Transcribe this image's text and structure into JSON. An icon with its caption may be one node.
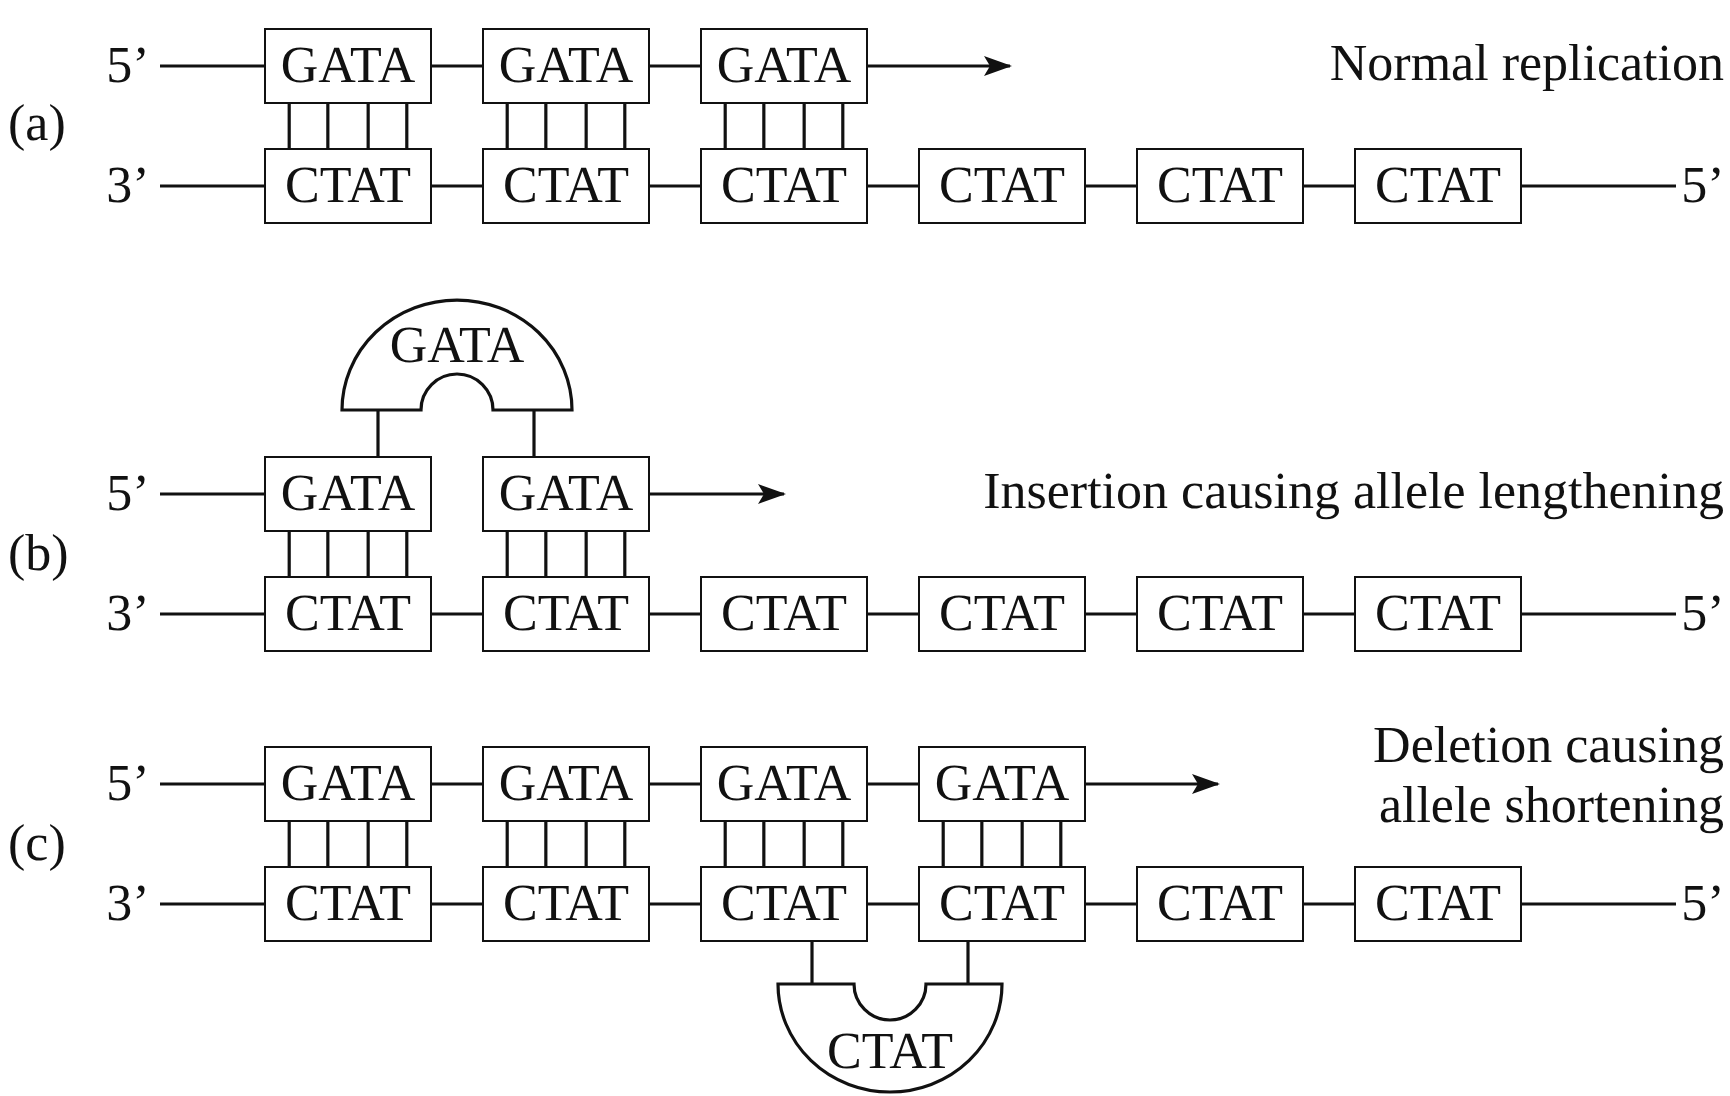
{
  "diagram": {
    "nodes": [
      {
        "text": [
          "5’"
        ]
      },
      {
        "text": [
          "GATA"
        ]
      },
      {
        "text": [
          "GATA"
        ]
      },
      {
        "text": [
          "GATA"
        ]
      },
      {
        "text": [
          "3’"
        ]
      },
      {
        "text": [
          "CTAT"
        ]
      },
      {
        "text": [
          "CTAT"
        ]
      },
      {
        "text": [
          "CTAT"
        ]
      },
      {
        "text": [
          "CTAT"
        ]
      },
      {
        "text": [
          "CTAT"
        ]
      },
      {
        "text": [
          "CTAT"
        ]
      },
      {
        "text": [
          "5’"
        ]
      },
      {
        "text": [
          "GATA"
        ]
      },
      {
        "text": [
          "5’"
        ]
      },
      {
        "text": [
          "GATA"
        ]
      },
      {
        "text": [
          "GATA"
        ]
      },
      {
        "text": [
          "3’"
        ]
      },
      {
        "text": [
          "CTAT"
        ]
      },
      {
        "text": [
          "CTAT"
        ]
      },
      {
        "text": [
          "CTAT"
        ]
      },
      {
        "text": [
          "CTAT"
        ]
      },
      {
        "text": [
          "CTAT"
        ]
      },
      {
        "text": [
          "CTAT"
        ]
      },
      {
        "text": [
          "5’"
        ]
      },
      {
        "text": [
          "5’"
        ]
      },
      {
        "text": [
          "GATA"
        ]
      },
      {
        "text": [
          "GATA"
        ]
      },
      {
        "text": [
          "GATA"
        ]
      },
      {
        "text": [
          "GATA"
        ]
      },
      {
        "text": [
          "3’"
        ]
      },
      {
        "text": [
          "CTAT"
        ]
      },
      {
        "text": [
          "CTAT"
        ]
      },
      {
        "text": [
          "CTAT"
        ]
      },
      {
        "text": [
          "CTAT"
        ]
      },
      {
        "text": [
          "CTAT"
        ]
      },
      {
        "text": [
          "CTAT"
        ]
      },
      {
        "text": [
          "5’"
        ]
      },
      {
        "text": [
          "CTAT"
        ]
      }
    ],
    "edges": [
      {
        "from": 0,
        "to": 1,
        "arrow": "none"
      },
      {
        "from": 1,
        "to": 2,
        "arrow": "none"
      },
      {
        "from": 2,
        "to": 3,
        "arrow": "none"
      },
      {
        "from": 3,
        "to": null,
        "arrow": "to"
      },
      {
        "from": 4,
        "to": 5,
        "arrow": "none"
      },
      {
        "from": 5,
        "to": 6,
        "arrow": "none"
      },
      {
        "from": 6,
        "to": 7,
        "arrow": "none"
      },
      {
        "from": 7,
        "to": 8,
        "arrow": "none"
      },
      {
        "from": 8,
        "to": 9,
        "arrow": "none"
      },
      {
        "from": 9,
        "to": 10,
        "arrow": "none"
      },
      {
        "from": 10,
        "to": 11,
        "arrow": "none"
      },
      {
        "from": 1,
        "to": 5,
        "arrow": "none"
      },
      {
        "from": 1,
        "to": 5,
        "arrow": "none"
      },
      {
        "from": 1,
        "to": 5,
        "arrow": "none"
      },
      {
        "from": 1,
        "to": 5,
        "arrow": "none"
      },
      {
        "from": 2,
        "to": 6,
        "arrow": "none"
      },
      {
        "from": 2,
        "to": 6,
        "arrow": "none"
      },
      {
        "from": 2,
        "to": 6,
        "arrow": "none"
      },
      {
        "from": 2,
        "to": 6,
        "arrow": "none"
      },
      {
        "from": 3,
        "to": 7,
        "arrow": "none"
      },
      {
        "from": 3,
        "to": 7,
        "arrow": "none"
      },
      {
        "from": 3,
        "to": 7,
        "arrow": "none"
      },
      {
        "from": 3,
        "to": 7,
        "arrow": "none"
      },
      {
        "from": 12,
        "to": 14,
        "arrow": "none"
      },
      {
        "from": 12,
        "to": 15,
        "arrow": "none"
      },
      {
        "from": 13,
        "to": 14,
        "arrow": "none"
      },
      {
        "from": 15,
        "to": null,
        "arrow": "to"
      },
      {
        "from": 16,
        "to": 17,
        "arrow": "none"
      },
      {
        "from": 17,
        "to": 18,
        "arrow": "none"
      },
      {
        "from": 18,
        "to": 19,
        "arrow": "none"
      },
      {
        "from": 19,
        "to": 20,
        "arrow": "none"
      },
      {
        "from": 20,
        "to": 21,
        "arrow": "none"
      },
      {
        "from": 21,
        "to": 22,
        "arrow": "none"
      },
      {
        "from": 22,
        "to": 23,
        "arrow": "none"
      },
      {
        "from": 14,
        "to": 17,
        "arrow": "none"
      },
      {
        "from": 14,
        "to": 17,
        "arrow": "none"
      },
      {
        "from": 14,
        "to": 17,
        "arrow": "none"
      },
      {
        "from": 14,
        "to": 17,
        "arrow": "none"
      },
      {
        "from": 15,
        "to": 18,
        "arrow": "none"
      },
      {
        "from": 15,
        "to": 18,
        "arrow": "none"
      },
      {
        "from": 15,
        "to": 18,
        "arrow": "none"
      },
      {
        "from": 15,
        "to": 18,
        "arrow": "none"
      },
      {
        "from": 24,
        "to": 25,
        "arrow": "none"
      },
      {
        "from": 25,
        "to": 26,
        "arrow": "none"
      },
      {
        "from": 26,
        "to": 27,
        "arrow": "none"
      },
      {
        "from": 27,
        "to": 28,
        "arrow": "none"
      },
      {
        "from": 28,
        "to": null,
        "arrow": "to"
      },
      {
        "from": 29,
        "to": 30,
        "arrow": "none"
      },
      {
        "from": 30,
        "to": 31,
        "arrow": "none"
      },
      {
        "from": 31,
        "to": 32,
        "arrow": "none"
      },
      {
        "from": 32,
        "to": 33,
        "arrow": "none"
      },
      {
        "from": 33,
        "to": 34,
        "arrow": "none"
      },
      {
        "from": 34,
        "to": 35,
        "arrow": "none"
      },
      {
        "from": 35,
        "to": 36,
        "arrow": "none"
      },
      {
        "from": 25,
        "to": 30,
        "arrow": "none"
      },
      {
        "from": 25,
        "to": 30,
        "arrow": "none"
      },
      {
        "from": 25,
        "to": 30,
        "arrow": "none"
      },
      {
        "from": 25,
        "to": 30,
        "arrow": "none"
      },
      {
        "from": 26,
        "to": 31,
        "arrow": "none"
      },
      {
        "from": 26,
        "to": 31,
        "arrow": "none"
      },
      {
        "from": 26,
        "to": 31,
        "arrow": "none"
      },
      {
        "from": 26,
        "to": 31,
        "arrow": "none"
      },
      {
        "from": 27,
        "to": 32,
        "arrow": "none"
      },
      {
        "from": 27,
        "to": 32,
        "arrow": "none"
      },
      {
        "from": 27,
        "to": 32,
        "arrow": "none"
      },
      {
        "from": 27,
        "to": 32,
        "arrow": "none"
      },
      {
        "from": 28,
        "to": 33,
        "arrow": "none"
      },
      {
        "from": 28,
        "to": 33,
        "arrow": "none"
      },
      {
        "from": 28,
        "to": 33,
        "arrow": "none"
      },
      {
        "from": 28,
        "to": 33,
        "arrow": "none"
      },
      {
        "from": 32,
        "to": 37,
        "arrow": "none"
      },
      {
        "from": 33,
        "to": 37,
        "arrow": "none"
      }
    ],
    "labels": [
      "(a)",
      "Normal replication",
      "(b)",
      "Insertion causing allele lengthening",
      "(c)",
      "Deletion causing allele shortening"
    ]
  }
}
